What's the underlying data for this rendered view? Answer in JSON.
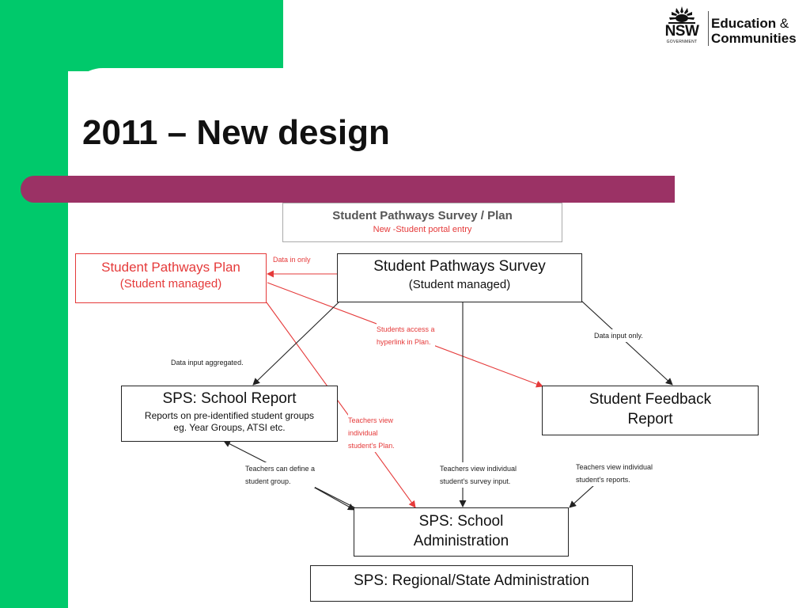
{
  "slide": {
    "title": "2011 – New design",
    "colors": {
      "green": "#00c96b",
      "band": "#9b3265",
      "red": "#e53a3a"
    }
  },
  "logo": {
    "icon": "waratah-flower-icon",
    "wordmark": "NSW",
    "wordmark_sub": "GOVERNMENT",
    "line1": "Education",
    "amp": "&",
    "line2": "Communities"
  },
  "diagram": {
    "header": {
      "title": "Student Pathways Survey / Plan",
      "subtitle": "New -Student portal entry"
    },
    "plan": {
      "title": "Student Pathways Plan",
      "subtitle": "(Student managed)"
    },
    "survey": {
      "title": "Student Pathways Survey",
      "subtitle": "(Student managed)"
    },
    "school_report": {
      "title": "SPS: School Report",
      "line1": "Reports on pre-identified student groups",
      "line2": "eg. Year Groups, ATSI etc."
    },
    "feedback": {
      "line1": "Student Feedback",
      "line2": "Report"
    },
    "admin": {
      "line1": "SPS: School",
      "line2": "Administration"
    },
    "regional": {
      "title": "SPS: Regional/State Administration"
    },
    "notes": {
      "data_in_only": "Data in only",
      "students_access_1": "Students access a",
      "students_access_2": "hyperlink in Plan.",
      "data_input_only": "Data input only.",
      "data_input_aggregated": "Data input aggregated.",
      "teachers_view_plan_1": "Teachers view",
      "teachers_view_plan_2": "individual",
      "teachers_view_plan_3": "student's Plan.",
      "teachers_define_1": "Teachers can define a",
      "teachers_define_2": "student group.",
      "teachers_survey_1": "Teachers view individual",
      "teachers_survey_2": "student's survey input.",
      "teachers_reports_1": "Teachers view individual",
      "teachers_reports_2": "student's reports."
    }
  }
}
